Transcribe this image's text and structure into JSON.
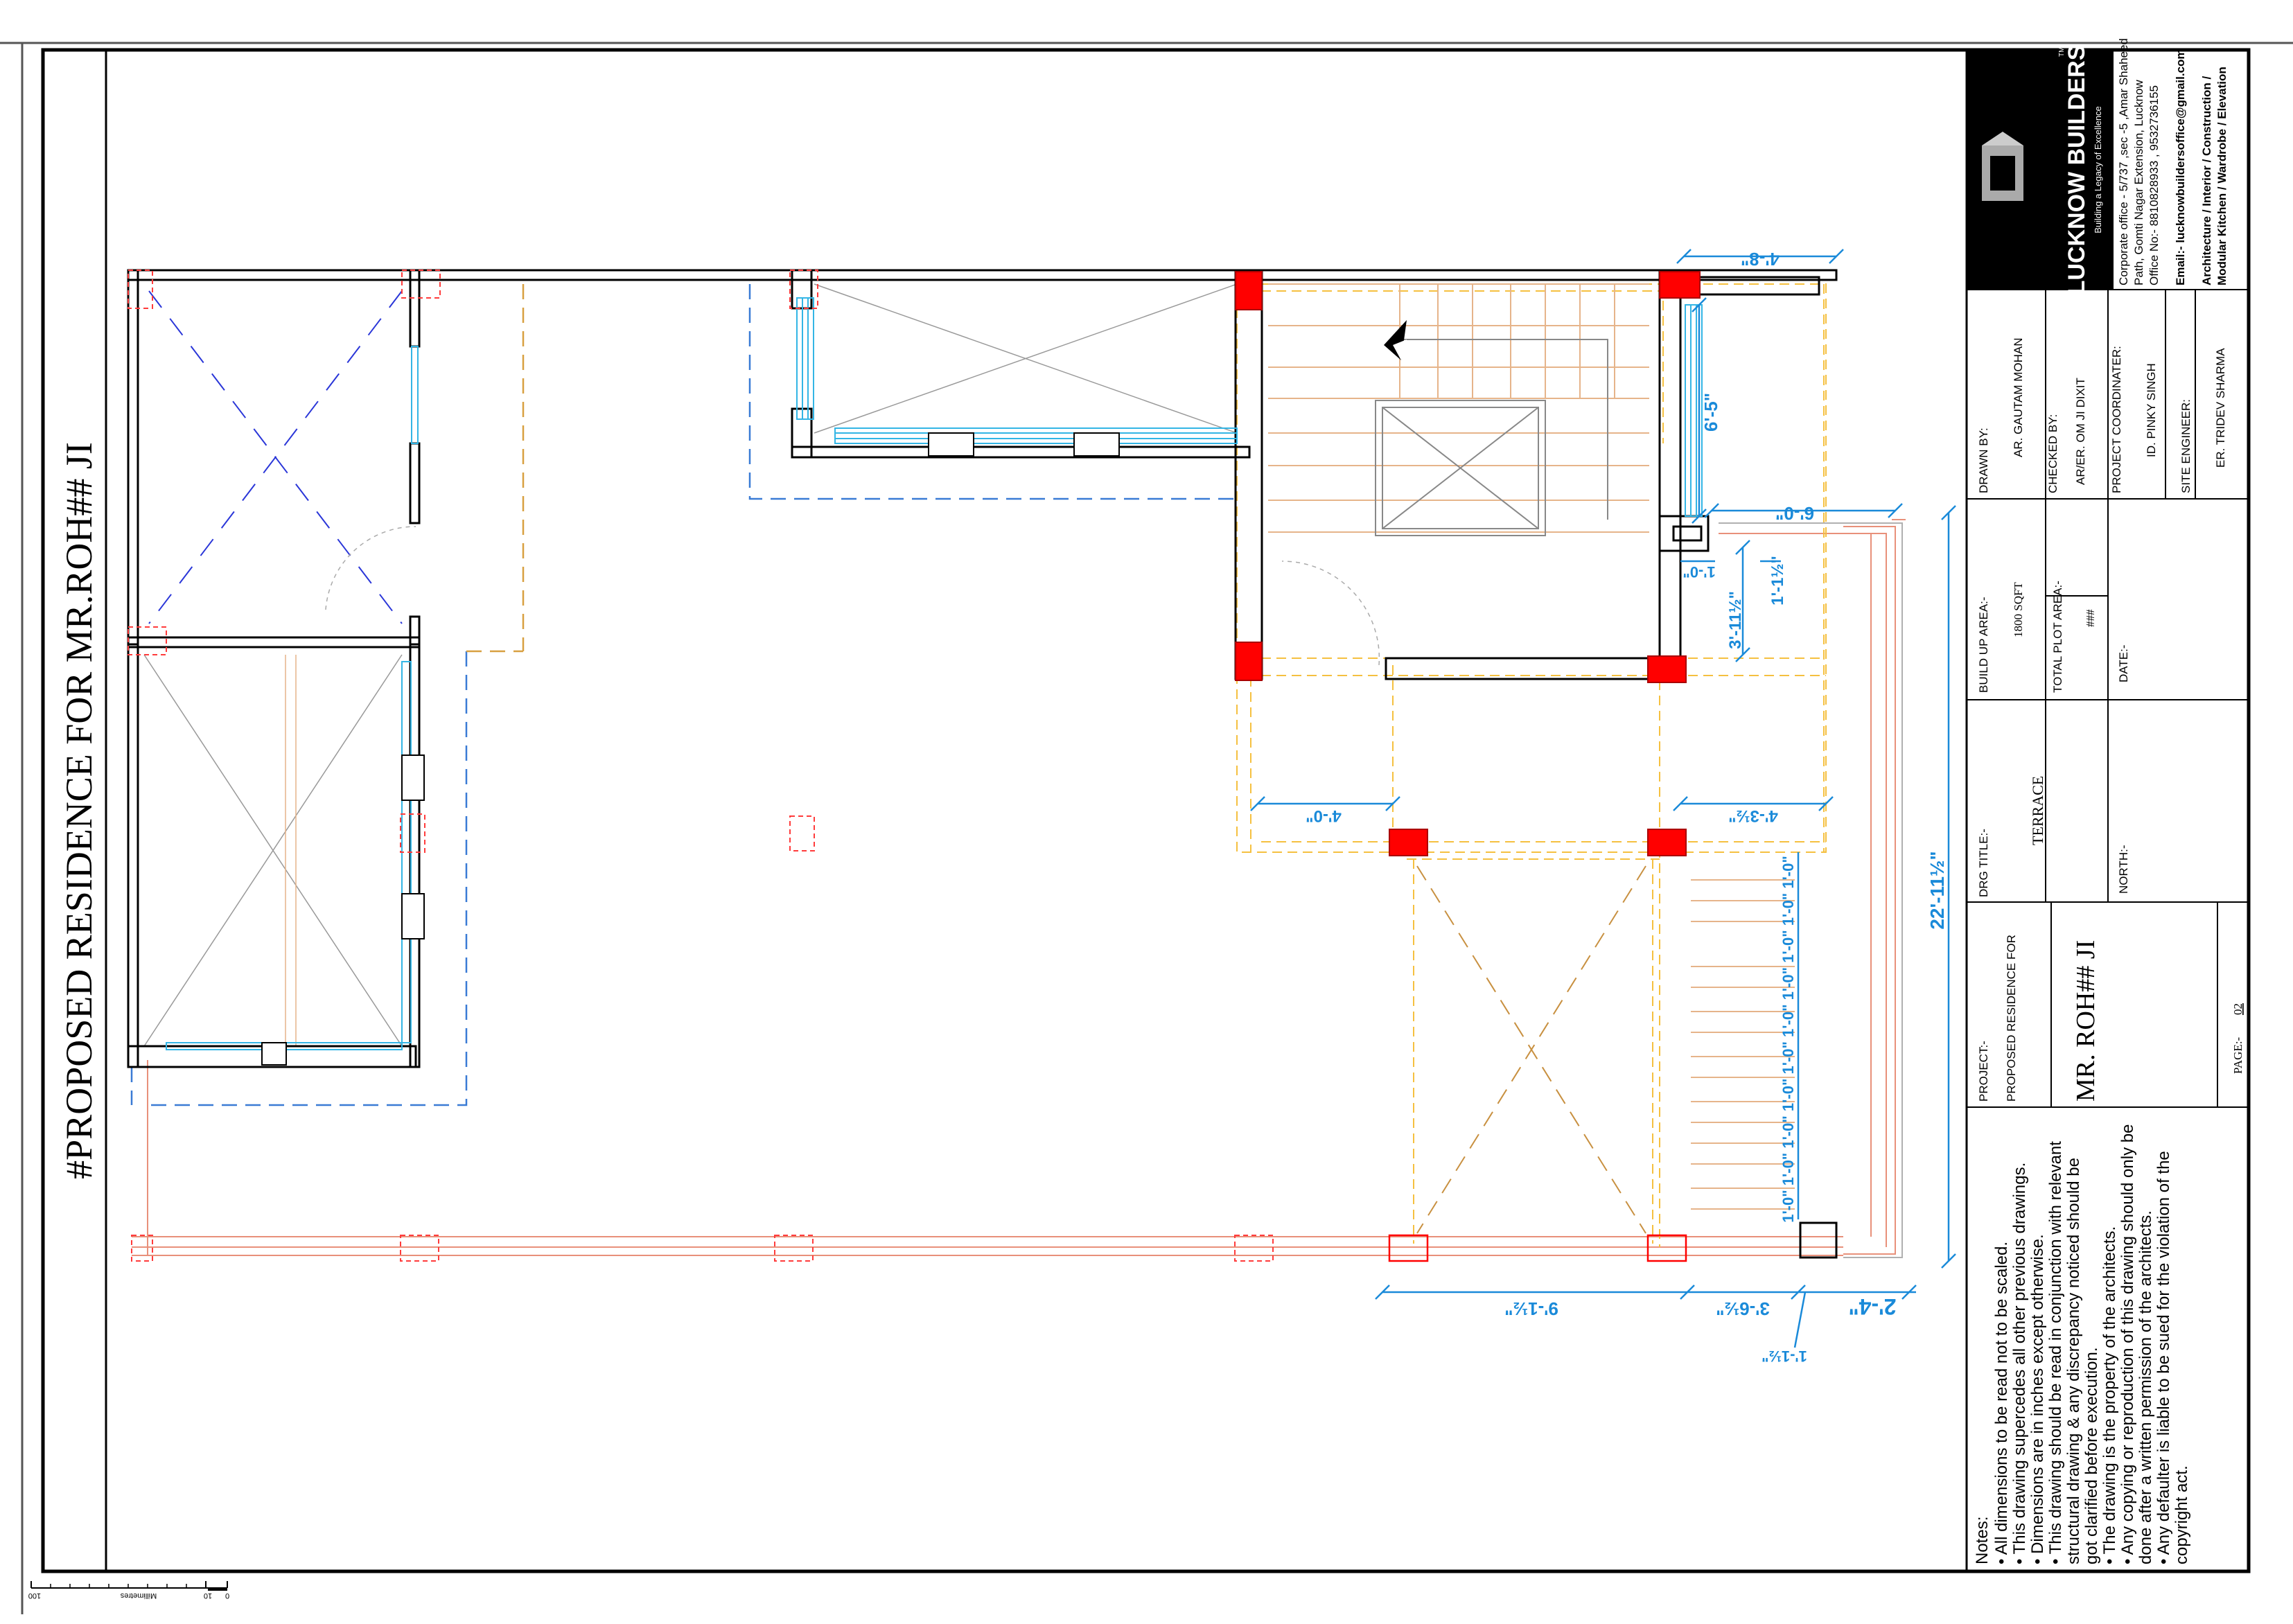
{
  "sheet_title": "#PROPOSED RESIDENCE FOR MR.ROH## JI",
  "dimensions": {
    "d_4_8": "4'-8\"",
    "d_6_5": "6'-5\"",
    "d_6_0": "6'-0\"",
    "d_1_0a": "1'-0\"",
    "d_1_1_half": "1'-1½\"",
    "d_3_11_half": "3'-11½\"",
    "d_4_3_half": "4'-3½\"",
    "d_4_0": "4'-0\"",
    "d_22_11_half": "22'-11½\"",
    "d_treads": "1'-0\" 1'-0\" 1'-0\" 1'-0\" 1'-0\" 1'-0\" 1'-0\" 1'-0\" 1'-0\" 1'-0\"",
    "d_9_1_half": "9'-1½\"",
    "d_3_6_half": "3'-6½\"",
    "d_2_4": "2'-4\"",
    "d_1_1_half_b": "1'-1½\""
  },
  "notes": {
    "heading": "Notes:",
    "items": [
      "All dimensions to be read not to be scaled.",
      "This drawing supercedes all other previous drawings.",
      "Dimensions are in inches except otherwise.",
      "This drawing should be read in conjunction with relevant structural drawing & any discrepancy noticed should be got clarified before execution.",
      "The drawing is the property of the architects.",
      "Any copying or reproduction of this drawing should only be done after a written permission of the architects.",
      "Any defaulter is liable to be sued for the violation of the copyright act."
    ],
    "lines": [
      "Notes:",
      "• All dimensions to be read not to be scaled.",
      "• This drawing supercedes all other previous drawings.",
      "• Dimensions are in inches except otherwise.",
      "• This drawing should be read in conjunction with relevant",
      "   structural drawing & any discrepancy noticed should be",
      "   got clarified before execution.",
      "• The drawing is the property of the architects.",
      "• Any copying or reproduction of this drawing should only be",
      "   done after a written permission of the architects.",
      "• Any defaulter is liable to be sued for the violation of the",
      "   copyright act."
    ]
  },
  "title_block": {
    "project_label": "PROJECT:-",
    "project_line1": "PROPOSED RESIDENCE FOR",
    "project_line2": "MR. ROH## JI",
    "page_label": "PAGE:-",
    "page_number": "02",
    "drg_title_label": "DRG TITLE:-",
    "drg_title": "TERRACE",
    "north_label": "NORTH:-",
    "build_up_area_label": "BUILD UP AREA:-",
    "build_up_area": "1800 SQFT",
    "total_plot_area_label": "TOTAL PLOT AREA:-",
    "total_plot_area": "###",
    "date_label": "DATE:-",
    "drawn_by_label": "DRAWN BY:",
    "drawn_by": "AR. GAUTAM MOHAN",
    "checked_by_label": "CHECKED BY:",
    "checked_by": "AR/ER. OM JI DIXIT",
    "project_coordinator_label": "PROJECT COORDINATER:",
    "project_coordinator": "ID. PINKY SINGH",
    "site_engineer_label": "SITE ENGINEER:",
    "site_engineer": "ER. TRIDEV SHARMA"
  },
  "company": {
    "name": "LUCKNOW BUILDERS",
    "trademark": "TM",
    "tagline": "Building a Legacy of Excellence",
    "address_1": "Corporate office - 5/737 ,sec -5 ,Amar Shaheed",
    "address_2": "Path, Gomti Nagar Extension, Lucknow",
    "phone": "Office No:- 8810828933 , 9532736155",
    "email": "Email:- lucknowbuildersoffice@gmail.com",
    "services_1": "Architecture / Interior / Construction /",
    "services_2": "Modular Kitchen / Wardrobe / Elevation"
  },
  "scale_bar": {
    "unit": "Millimetres",
    "tick_labels": [
      "100",
      "10",
      "0"
    ]
  },
  "colors": {
    "wall": "#000000",
    "column": "#ff0000",
    "dimension": "#1a8ad9",
    "window": "#33b5e5",
    "dashed_beam": "#f0a020",
    "logo_bg": "#000000"
  }
}
